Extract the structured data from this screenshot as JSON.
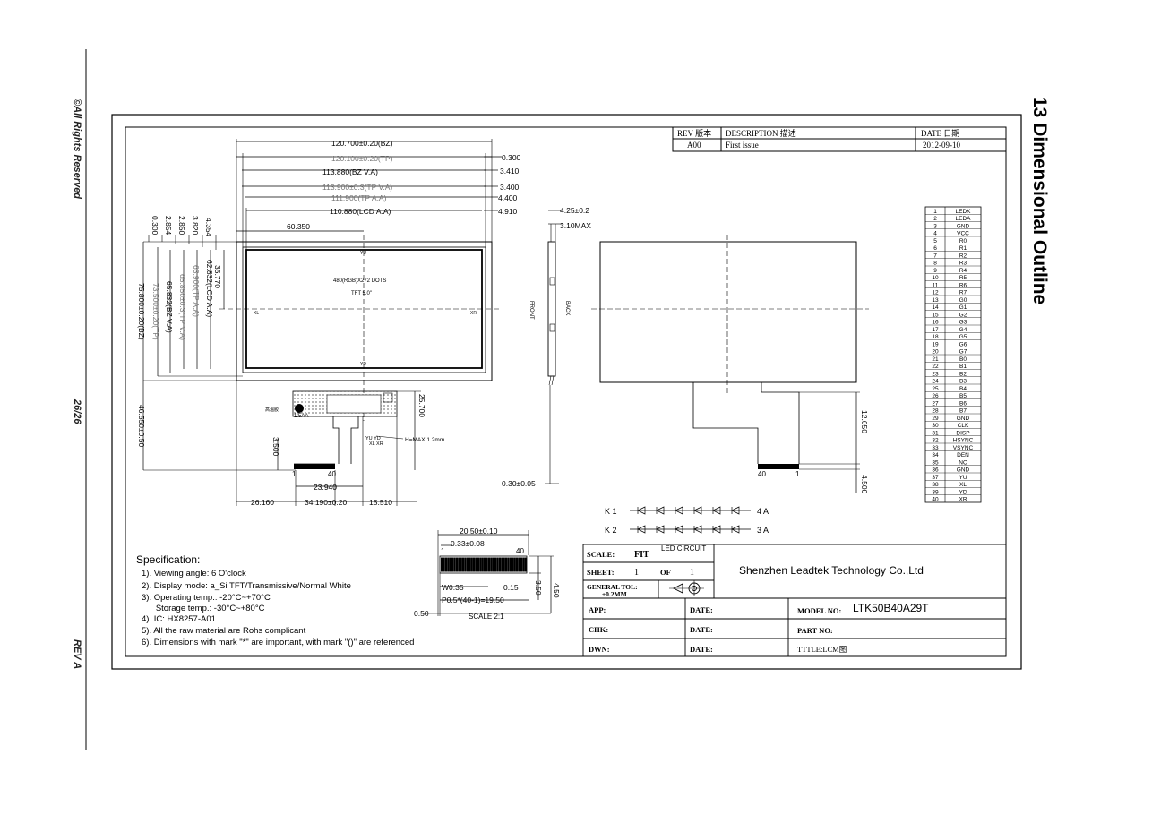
{
  "page": {
    "heading": "13 Dimensional Outline",
    "copyright": "©All Rights Reserved",
    "page_number": "26/26",
    "revision": "REV A"
  },
  "revision_table": {
    "headers": [
      "REV 版本",
      "DESCRIPTION 描述",
      "DATE 日期"
    ],
    "row": [
      "A00",
      "First issue",
      "2012-09-10"
    ]
  },
  "front_view": {
    "dims_top": {
      "bz": "120.700±0.20(BZ)",
      "tp": "120.100±0.20(TP)",
      "bz_va": "113.880(BZ V.A)",
      "tp_va": "113.900±0.3(TP V.A)",
      "tp_aa": "111.900(TP A.A)",
      "lcd_aa": "110.880(LCD A.A)",
      "r1": "0.300",
      "r2": "3.410",
      "r3": "3.400",
      "r4": "4.400",
      "r5": "4.910",
      "center": "60.350"
    },
    "dims_left": {
      "a": "0.300",
      "b": "2.854",
      "c": "2.850",
      "d": "3.820",
      "e": "4.354",
      "f": "35.770",
      "g": "62.832(LCD A.A)",
      "h": "63.900(TP A.A)",
      "i": "65.856±0.3(TP V.A)",
      "j": "65.832(BZ V.A)",
      "k": "73.500±0.20(TP)",
      "l": "75.800±0.20(BZ)",
      "m": "46.550±0.50",
      "n": "3.500"
    },
    "dims_bottom": {
      "a": "26.160",
      "b": "34.190±0.20",
      "c": "15.510",
      "d": "23.940",
      "e": "25.700"
    },
    "screen_text": {
      "line1": "480(RGB)X272 DOTS",
      "line2": "TFT 5.0\""
    },
    "labels": {
      "yu": "YU",
      "yd": "YD",
      "xl": "XL",
      "xr": "XR",
      "yu_yd": "YU YD",
      "xl_xr": "XL XR",
      "hmax": "H=MAX 1.2mm",
      "glue": "高温胶",
      "ic": "1:5AA",
      "pin1": "1",
      "pin40": "40"
    }
  },
  "side_view": {
    "d1": "4.25±0.2",
    "d2": "3.10MAX",
    "front": "FRONT",
    "back": "BACK",
    "d3": "0.30±0.05"
  },
  "back_view": {
    "d1": "12.050",
    "d2": "4.500",
    "pin40": "40",
    "pin1": "1"
  },
  "led_circuit": {
    "row1_left": "K 1",
    "row1_right": "4 A",
    "row2_left": "K 2",
    "row2_right": "3 A",
    "title": "LED CIRCUIT"
  },
  "pinout": [
    [
      "1",
      "LEDK"
    ],
    [
      "2",
      "LEDA"
    ],
    [
      "3",
      "GND"
    ],
    [
      "4",
      "VCC"
    ],
    [
      "5",
      "R0"
    ],
    [
      "6",
      "R1"
    ],
    [
      "7",
      "R2"
    ],
    [
      "8",
      "R3"
    ],
    [
      "9",
      "R4"
    ],
    [
      "10",
      "R5"
    ],
    [
      "11",
      "R6"
    ],
    [
      "12",
      "R7"
    ],
    [
      "13",
      "G0"
    ],
    [
      "14",
      "G1"
    ],
    [
      "15",
      "G2"
    ],
    [
      "16",
      "G3"
    ],
    [
      "17",
      "G4"
    ],
    [
      "18",
      "G5"
    ],
    [
      "19",
      "G6"
    ],
    [
      "20",
      "G7"
    ],
    [
      "21",
      "B0"
    ],
    [
      "22",
      "B1"
    ],
    [
      "23",
      "B2"
    ],
    [
      "24",
      "B3"
    ],
    [
      "25",
      "B4"
    ],
    [
      "26",
      "B5"
    ],
    [
      "27",
      "B6"
    ],
    [
      "28",
      "B7"
    ],
    [
      "29",
      "GND"
    ],
    [
      "30",
      "CLK"
    ],
    [
      "31",
      "DISP"
    ],
    [
      "32",
      "HSYNC"
    ],
    [
      "33",
      "VSYNC"
    ],
    [
      "34",
      "DEN"
    ],
    [
      "35",
      "NC"
    ],
    [
      "36",
      "GND"
    ],
    [
      "37",
      "YU"
    ],
    [
      "38",
      "XL"
    ],
    [
      "39",
      "YD"
    ],
    [
      "40",
      "XR"
    ]
  ],
  "fpc_detail": {
    "width": "20.50±0.10",
    "offset": "0.33±0.08",
    "pin1": "1",
    "pin40": "40",
    "w": "W0.35",
    "gap": "0.15",
    "pitch": "P0.5*(40-1)=19.50",
    "left": "0.50",
    "h1": "3.50",
    "h2": "4.50",
    "scale": "SCALE 2:1"
  },
  "specification": {
    "title": "Specification:",
    "lines": [
      "1). Viewing angle: 6 O'clock",
      "2). Display mode: a_Si TFT/Transmissive/Normal White",
      "3). Operating temp.: -20°C~+70°C",
      "      Storage temp.: -30°C~+80°C",
      "4). IC: HX8257-A01",
      "5). All the raw material are Rohs complicant",
      "6). Dimensions with mark \"*\" are important, with mark \"()\" are referenced"
    ]
  },
  "title_block": {
    "scale_label": "SCALE:",
    "scale_value": "FIT",
    "sheet_label": "SHEET:",
    "sheet_value": "1",
    "of_label": "OF",
    "of_value": "1",
    "tol_label": "GENERAL TOL:",
    "tol_value": "±0.2MM",
    "company": "Shenzhen Leadtek Technology Co.,Ltd",
    "app": "APP:",
    "chk": "CHK:",
    "dwn": "DWN:",
    "date": "DATE:",
    "model_label": "MODEL NO:",
    "model_value": "LTK50B40A29T",
    "part_label": "PART NO:",
    "title_label": "TTTLE:LCM图"
  }
}
